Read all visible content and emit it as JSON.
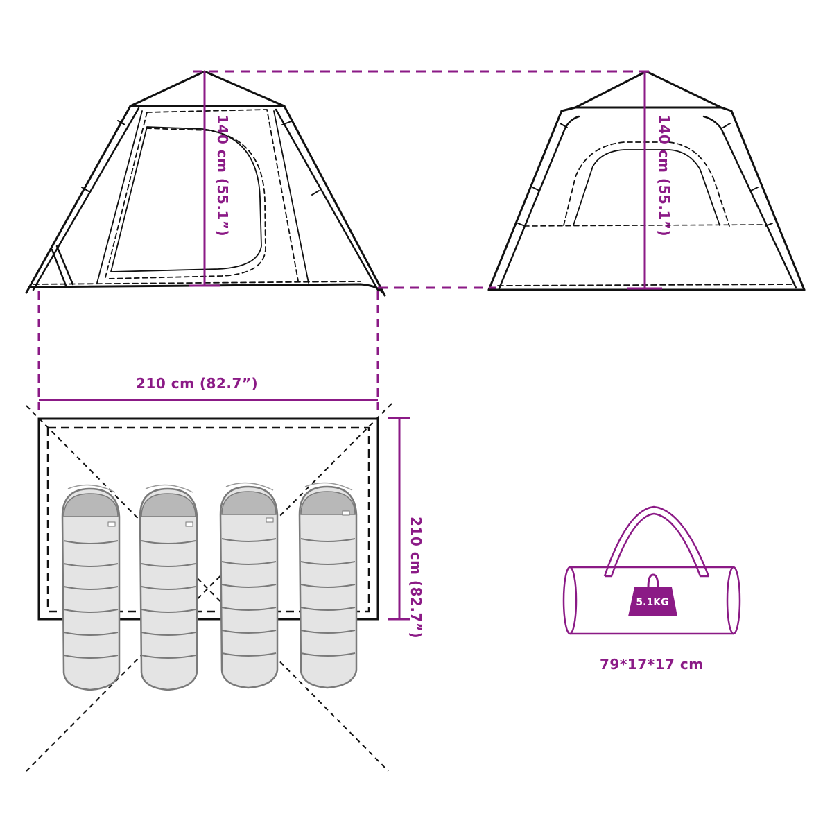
{
  "colors": {
    "dimension": "#8b1a86",
    "outline": "#111111",
    "sleeping_bag_fill": "#e4e4e4",
    "sleeping_bag_hood": "#b8b8b8",
    "sleeping_bag_stroke": "#7a7a7a",
    "background": "#ffffff"
  },
  "side_view": {
    "height_label": "140 cm (55.1”)"
  },
  "front_view": {
    "height_label": "140 cm (55.1”)"
  },
  "floor_plan": {
    "width_label": "210 cm (82.7”)",
    "depth_label": "210 cm (82.7”)",
    "sleeping_bags": 4
  },
  "carry_bag": {
    "weight_label": "5.1KG",
    "size_label": "79*17*17 cm",
    "weight_icon": "weight-icon",
    "bag_icon": "carry-bag-icon"
  }
}
